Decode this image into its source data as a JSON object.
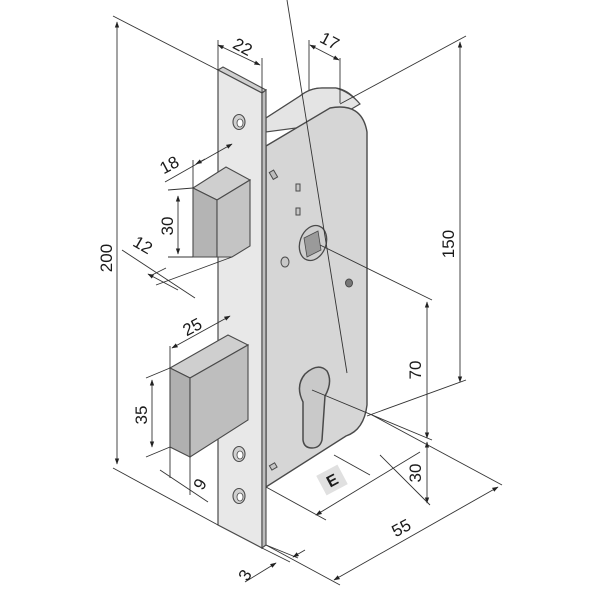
{
  "diagram": {
    "type": "technical-drawing",
    "subject": "mortise lock with euro-profile cylinder hole",
    "colors": {
      "background": "#ffffff",
      "faceplate": "#e6e6e6",
      "lock_body": "#d6d6d6",
      "lock_body_top": "#e2e2e2",
      "bolt_front": "#b4b4b4",
      "bolt_side": "#c4c4c4",
      "bolt_top": "#cfcfcf",
      "outline": "#4a4a4a",
      "dimension_line": "#333333",
      "e_label_bg": "#e0e0e0"
    },
    "dimensions": {
      "total_height": "200",
      "faceplate_width": "22",
      "case_depth": "17",
      "case_height": "150",
      "latch_projection": "18",
      "latch_height": "30",
      "latch_offset": "12",
      "deadbolt_projection": "25",
      "deadbolt_height": "35",
      "deadbolt_thickness": "9",
      "center_distance": "70",
      "cylinder_to_bottom": "30",
      "backset_label": "E",
      "case_width": "55",
      "faceplate_thickness": "3"
    }
  }
}
